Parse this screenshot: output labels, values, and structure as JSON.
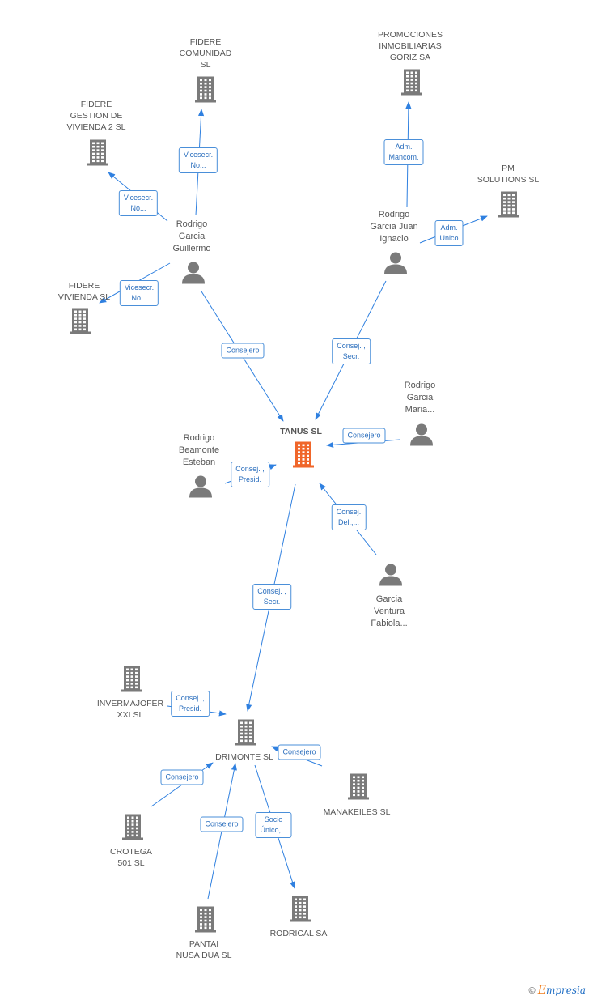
{
  "colors": {
    "edge": "#2f80e0",
    "node": "#7a7a7a",
    "focus": "#f0662a"
  },
  "nodes": [
    {
      "id": "tanus",
      "label": "TANUS SL",
      "type": "company",
      "focus": true
    },
    {
      "id": "fidere_comunidad",
      "label": "FIDERE\nCOMUNIDAD\nSL",
      "type": "company"
    },
    {
      "id": "fidere_gestion",
      "label": "FIDERE\nGESTION DE\nVIVIENDA 2  SL",
      "type": "company"
    },
    {
      "id": "fidere_vivienda",
      "label": "FIDERE\nVIVIENDA  SL",
      "type": "company"
    },
    {
      "id": "promociones",
      "label": "PROMOCIONES\nINMOBILIARIAS\nGORIZ SA",
      "type": "company"
    },
    {
      "id": "pm_solutions",
      "label": "PM\nSOLUTIONS SL",
      "type": "company"
    },
    {
      "id": "rg_guillermo",
      "label": "Rodrigo\nGarcia\nGuillermo",
      "type": "person"
    },
    {
      "id": "rg_juan",
      "label": "Rodrigo\nGarcia Juan\nIgnacio",
      "type": "person"
    },
    {
      "id": "rg_maria",
      "label": "Rodrigo\nGarcia\nMaria...",
      "type": "person"
    },
    {
      "id": "rb_esteban",
      "label": "Rodrigo\nBeamonte\nEsteban",
      "type": "person"
    },
    {
      "id": "gv_fabiola",
      "label": "Garcia\nVentura\nFabiola...",
      "type": "person"
    },
    {
      "id": "drimonte",
      "label": "DRIMONTE SL",
      "type": "company"
    },
    {
      "id": "invermajofer",
      "label": "INVERMAJOFER\nXXI SL",
      "type": "company"
    },
    {
      "id": "manakeiles",
      "label": "MANAKEILES SL",
      "type": "company"
    },
    {
      "id": "crotega",
      "label": "CROTEGA\n501 SL",
      "type": "company"
    },
    {
      "id": "pantai",
      "label": "PANTAI\nNUSA DUA SL",
      "type": "company"
    },
    {
      "id": "rodrical",
      "label": "RODRICAL SA",
      "type": "company"
    }
  ],
  "edges": [
    {
      "from": "rg_guillermo",
      "to": "fidere_comunidad",
      "label": "Vicesecr.\nNo..."
    },
    {
      "from": "rg_guillermo",
      "to": "fidere_gestion",
      "label": "Vicesecr.\nNo..."
    },
    {
      "from": "rg_guillermo",
      "to": "fidere_vivienda",
      "label": "Vicesecr.\nNo..."
    },
    {
      "from": "rg_guillermo",
      "to": "tanus",
      "label": "Consejero"
    },
    {
      "from": "rg_juan",
      "to": "promociones",
      "label": "Adm.\nMancom."
    },
    {
      "from": "rg_juan",
      "to": "pm_solutions",
      "label": "Adm.\nUnico"
    },
    {
      "from": "rg_juan",
      "to": "tanus",
      "label": "Consej. ,\nSecr."
    },
    {
      "from": "rg_maria",
      "to": "tanus",
      "label": "Consejero"
    },
    {
      "from": "rb_esteban",
      "to": "tanus",
      "label": "Consej. ,\nPresid."
    },
    {
      "from": "gv_fabiola",
      "to": "tanus",
      "label": "Consej.\nDel.,..."
    },
    {
      "from": "tanus",
      "to": "drimonte",
      "label": "Consej. ,\nSecr."
    },
    {
      "from": "invermajofer",
      "to": "drimonte",
      "label": "Consej. ,\nPresid."
    },
    {
      "from": "manakeiles",
      "to": "drimonte",
      "label": "Consejero"
    },
    {
      "from": "crotega",
      "to": "drimonte",
      "label": "Consejero"
    },
    {
      "from": "pantai",
      "to": "drimonte",
      "label": "Consejero"
    },
    {
      "from": "drimonte",
      "to": "rodrical",
      "label": "Socio\nÚnico,..."
    }
  ],
  "footer": {
    "copyright": "©",
    "brand_initial": "E",
    "brand_rest": "mpresia"
  }
}
